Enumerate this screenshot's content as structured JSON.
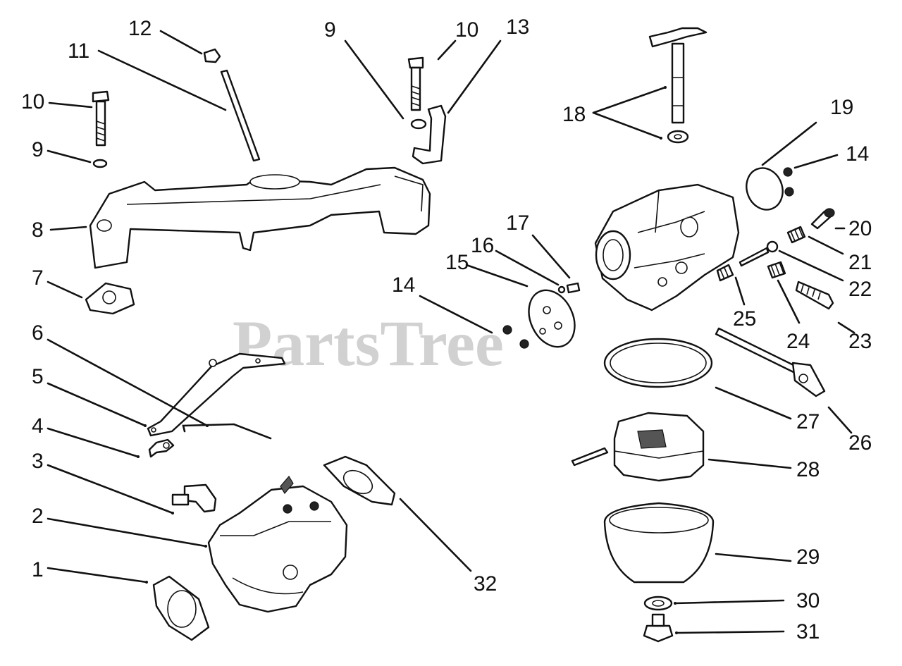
{
  "watermark": "PartsTree",
  "callouts": {
    "c1": "1",
    "c2": "2",
    "c3": "3",
    "c4": "4",
    "c5": "5",
    "c6": "6",
    "c7": "7",
    "c8": "8",
    "c9a": "9",
    "c9b": "9",
    "c10a": "10",
    "c10b": "10",
    "c11": "11",
    "c12": "12",
    "c13": "13",
    "c14a": "14",
    "c14b": "14",
    "c15": "15",
    "c16": "16",
    "c17": "17",
    "c18": "18",
    "c19": "19",
    "c20": "20",
    "c21": "21",
    "c22": "22",
    "c23": "23",
    "c24": "24",
    "c25": "25",
    "c26": "26",
    "c27": "27",
    "c28": "28",
    "c29": "29",
    "c30": "30",
    "c31": "31",
    "c32": "32"
  }
}
